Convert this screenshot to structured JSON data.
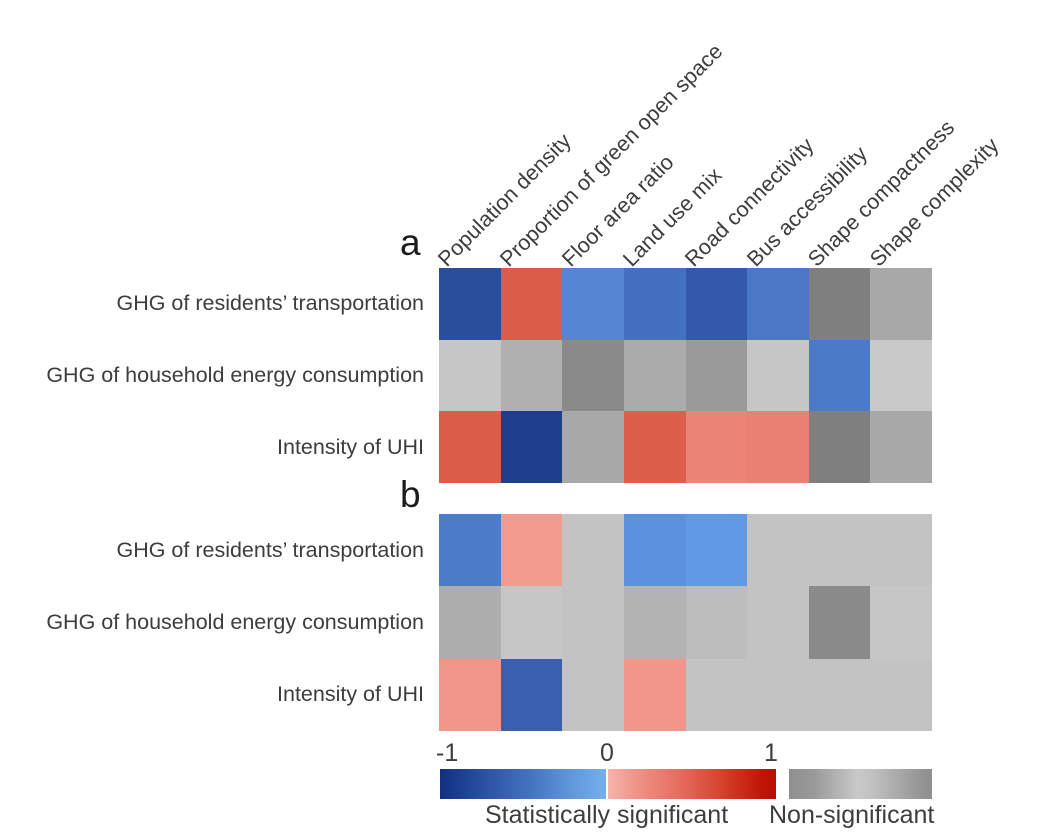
{
  "figure": {
    "panels": [
      {
        "letter": "a",
        "name": "panel-a"
      },
      {
        "letter": "b",
        "name": "panel-b"
      }
    ],
    "columns": [
      "Population density",
      "Proportion of green open space",
      "Floor area ratio",
      "Land use mix",
      "Road connectivity",
      "Bus accessibility",
      "Shape compactness",
      "Shape complexity"
    ],
    "rows": [
      "GHG of residents’ transportation",
      "GHG of household energy consumption",
      "Intensity of UHI"
    ]
  },
  "legend": {
    "ticks": [
      "-1",
      "0",
      "1"
    ],
    "significant_label": "Statistically significant",
    "nonsignificant_label": "Non-significant",
    "blue_from": "#11307f",
    "blue_to": "#75b0ec",
    "red_from": "#f6b4ab",
    "red_to": "#b61000",
    "grey_mid": "#c9c9c9",
    "grey_end": "#8e8e8e"
  },
  "chart_data": {
    "type": "heatmap",
    "title": "",
    "xlabel": "",
    "ylabel": "",
    "categories_x": [
      "Population density",
      "Proportion of green open space",
      "Floor area ratio",
      "Land use mix",
      "Road connectivity",
      "Bus accessibility",
      "Shape compactness",
      "Shape complexity"
    ],
    "categories_y": [
      "GHG of residents’ transportation",
      "GHG of household energy consumption",
      "Intensity of UHI"
    ],
    "value_range": [
      -1,
      1
    ],
    "colorbars": [
      {
        "name": "Statistically significant",
        "range": [
          -1,
          1
        ],
        "type": "diverging-blue-red"
      },
      {
        "name": "Non-significant",
        "type": "grey"
      }
    ],
    "panels": [
      {
        "letter": "a",
        "rows": [
          {
            "label": "GHG of residents’ transportation",
            "cells": [
              {
                "column": "Population density",
                "value": -0.82,
                "significant": true,
                "color": "#2a4e9c"
              },
              {
                "column": "Proportion of green open space",
                "value": 0.72,
                "significant": true,
                "color": "#db5c48"
              },
              {
                "column": "Floor area ratio",
                "value": -0.45,
                "significant": true,
                "color": "#5585d3"
              },
              {
                "column": "Land use mix",
                "value": -0.58,
                "significant": true,
                "color": "#4370c1"
              },
              {
                "column": "Road connectivity",
                "value": -0.7,
                "significant": true,
                "color": "#3359ad"
              },
              {
                "column": "Bus accessibility",
                "value": -0.52,
                "significant": true,
                "color": "#4a78c6"
              },
              {
                "column": "Shape compactness",
                "value": 0.0,
                "significant": false,
                "color": "#7f7f7f"
              },
              {
                "column": "Shape complexity",
                "value": 0.0,
                "significant": false,
                "color": "#a8a8a8"
              }
            ]
          },
          {
            "label": "GHG of household energy consumption",
            "cells": [
              {
                "column": "Population density",
                "value": 0.0,
                "significant": false,
                "color": "#c6c6c6"
              },
              {
                "column": "Proportion of green open space",
                "value": 0.0,
                "significant": false,
                "color": "#b0b0b0"
              },
              {
                "column": "Floor area ratio",
                "value": 0.0,
                "significant": false,
                "color": "#8a8a8a"
              },
              {
                "column": "Land use mix",
                "value": 0.0,
                "significant": false,
                "color": "#ababab"
              },
              {
                "column": "Road connectivity",
                "value": 0.0,
                "significant": false,
                "color": "#9a9a9a"
              },
              {
                "column": "Bus accessibility",
                "value": 0.0,
                "significant": false,
                "color": "#c6c6c6"
              },
              {
                "column": "Shape compactness",
                "value": -0.52,
                "significant": true,
                "color": "#4b7bc8"
              },
              {
                "column": "Shape complexity",
                "value": 0.0,
                "significant": false,
                "color": "#c9c9c9"
              }
            ]
          },
          {
            "label": "Intensity of UHI",
            "cells": [
              {
                "column": "Population density",
                "value": 0.72,
                "significant": true,
                "color": "#db5c48"
              },
              {
                "column": "Proportion of green open space",
                "value": -0.92,
                "significant": true,
                "color": "#1f3f8e"
              },
              {
                "column": "Floor area ratio",
                "value": 0.0,
                "significant": false,
                "color": "#a8a8a8"
              },
              {
                "column": "Land use mix",
                "value": 0.7,
                "significant": true,
                "color": "#dd5f4b"
              },
              {
                "column": "Road connectivity",
                "value": 0.38,
                "significant": true,
                "color": "#ec8377"
              },
              {
                "column": "Bus accessibility",
                "value": 0.36,
                "significant": true,
                "color": "#ea8074"
              },
              {
                "column": "Shape compactness",
                "value": 0.0,
                "significant": false,
                "color": "#7f7f7f"
              },
              {
                "column": "Shape complexity",
                "value": 0.0,
                "significant": false,
                "color": "#a8a8a8"
              }
            ]
          }
        ]
      },
      {
        "letter": "b",
        "rows": [
          {
            "label": "GHG of residents’ transportation",
            "cells": [
              {
                "column": "Population density",
                "value": -0.55,
                "significant": true,
                "color": "#4d7cc9"
              },
              {
                "column": "Proportion of green open space",
                "value": 0.3,
                "significant": true,
                "color": "#f49b90"
              },
              {
                "column": "Floor area ratio",
                "value": 0.0,
                "significant": false,
                "color": "#c3c3c3"
              },
              {
                "column": "Land use mix",
                "value": -0.46,
                "significant": true,
                "color": "#5b91df"
              },
              {
                "column": "Road connectivity",
                "value": -0.42,
                "significant": true,
                "color": "#6199e6"
              },
              {
                "column": "Bus accessibility",
                "value": 0.0,
                "significant": false,
                "color": "#c3c3c3"
              },
              {
                "column": "Shape compactness",
                "value": 0.0,
                "significant": false,
                "color": "#c3c3c3"
              },
              {
                "column": "Shape complexity",
                "value": 0.0,
                "significant": false,
                "color": "#c3c3c3"
              }
            ]
          },
          {
            "label": "GHG of household energy consumption",
            "cells": [
              {
                "column": "Population density",
                "value": 0.0,
                "significant": false,
                "color": "#aeaeae"
              },
              {
                "column": "Proportion of green open space",
                "value": 0.0,
                "significant": false,
                "color": "#c6c6c6"
              },
              {
                "column": "Floor area ratio",
                "value": 0.0,
                "significant": false,
                "color": "#c3c3c3"
              },
              {
                "column": "Land use mix",
                "value": 0.0,
                "significant": false,
                "color": "#b3b3b3"
              },
              {
                "column": "Road connectivity",
                "value": 0.0,
                "significant": false,
                "color": "#bcbcbc"
              },
              {
                "column": "Bus accessibility",
                "value": 0.0,
                "significant": false,
                "color": "#c3c3c3"
              },
              {
                "column": "Shape compactness",
                "value": 0.0,
                "significant": false,
                "color": "#8a8a8a"
              },
              {
                "column": "Shape complexity",
                "value": 0.0,
                "significant": false,
                "color": "#c6c6c6"
              }
            ]
          },
          {
            "label": "Intensity of UHI",
            "cells": [
              {
                "column": "Population density",
                "value": 0.32,
                "significant": true,
                "color": "#f2968b"
              },
              {
                "column": "Proportion of green open space",
                "value": -0.62,
                "significant": true,
                "color": "#3a5fae"
              },
              {
                "column": "Floor area ratio",
                "value": 0.0,
                "significant": false,
                "color": "#c3c3c3"
              },
              {
                "column": "Land use mix",
                "value": 0.32,
                "significant": true,
                "color": "#f2968b"
              },
              {
                "column": "Road connectivity",
                "value": 0.0,
                "significant": false,
                "color": "#c3c3c3"
              },
              {
                "column": "Bus accessibility",
                "value": 0.0,
                "significant": false,
                "color": "#c3c3c3"
              },
              {
                "column": "Shape compactness",
                "value": 0.0,
                "significant": false,
                "color": "#c3c3c3"
              },
              {
                "column": "Shape complexity",
                "value": 0.0,
                "significant": false,
                "color": "#c3c3c3"
              }
            ]
          }
        ]
      }
    ]
  }
}
